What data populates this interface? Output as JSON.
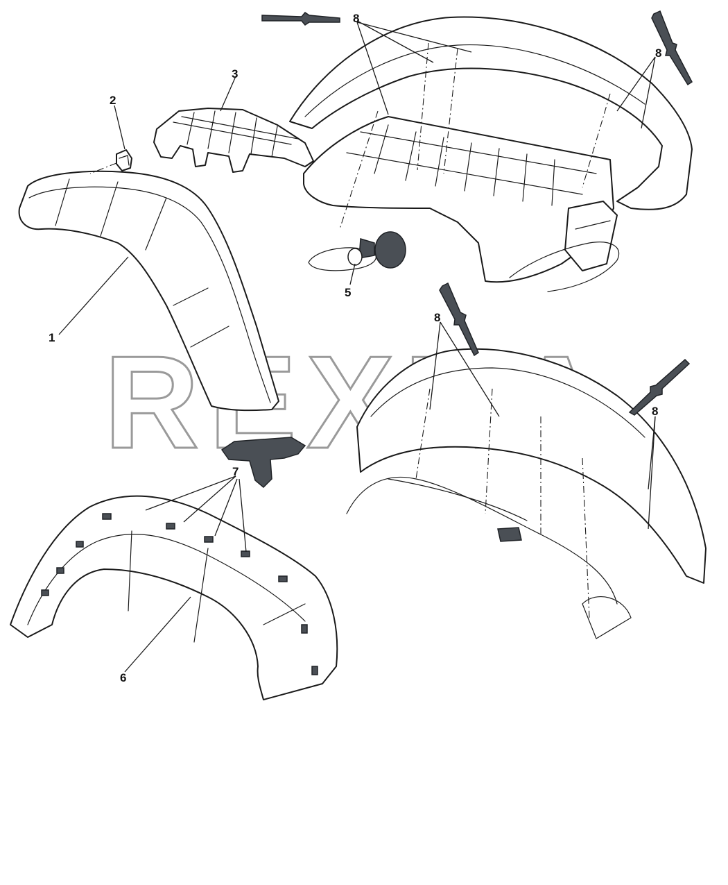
{
  "watermark": {
    "text": "REXKA",
    "color": "#9a9a9a"
  },
  "callouts": [
    {
      "id": "c1",
      "label": "1",
      "part": "front fender flare"
    },
    {
      "id": "c2",
      "label": "2"
    },
    {
      "id": "c3",
      "label": "3"
    },
    {
      "id": "c5",
      "label": "5"
    },
    {
      "id": "c6",
      "label": "6"
    },
    {
      "id": "c7",
      "label": "7"
    },
    {
      "id": "c8a",
      "label": "8"
    },
    {
      "id": "c8b",
      "label": "8"
    },
    {
      "id": "c8c",
      "label": "8"
    },
    {
      "id": "c8d",
      "label": "8"
    }
  ],
  "colors": {
    "line": "#1a1a1a",
    "fastener": "#4a4f55",
    "background": "#ffffff"
  }
}
